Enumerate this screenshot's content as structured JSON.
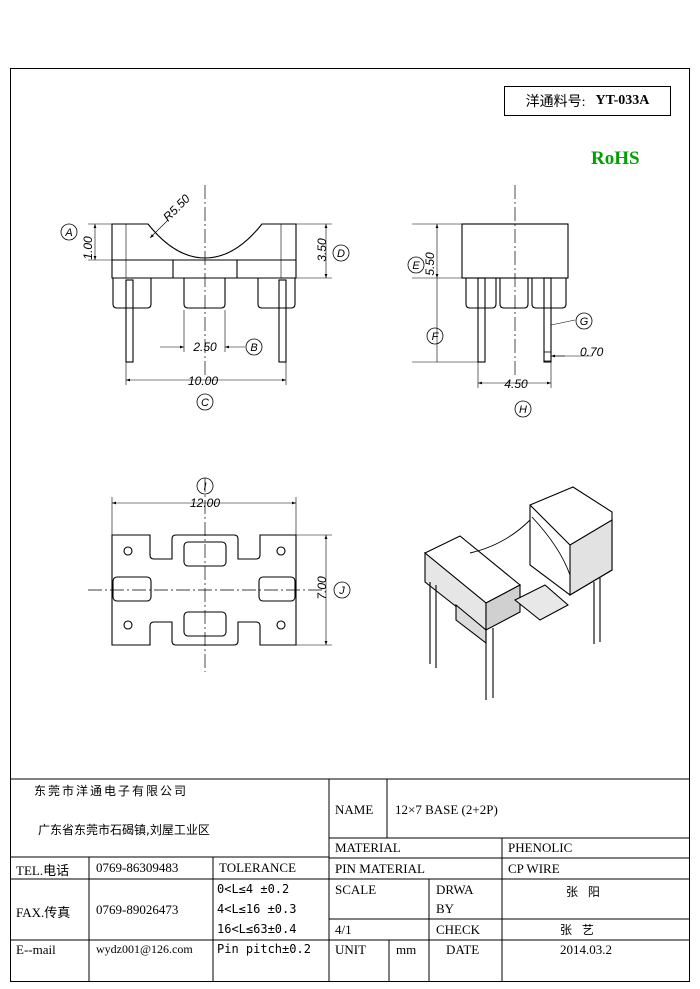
{
  "header": {
    "part_label": "洋通料号:",
    "part_number": "YT-033A",
    "rohs": "RoHS"
  },
  "dimensions": {
    "A": "A",
    "B": "B",
    "C": "C",
    "D": "D",
    "E": "E",
    "F": "F",
    "G": "G",
    "H": "H",
    "I": "I",
    "J": "J",
    "radius": "R5.50",
    "top_height": "1.00",
    "slot_depth": "3.50",
    "pin_spacing": "2.50",
    "pin_span": "10.00",
    "side_height": "5.50",
    "pin_diameter": "0.70",
    "side_pin_spacing": "4.50",
    "length": "12.00",
    "width": "7.00"
  },
  "title_block": {
    "company": "东莞市洋通电子有限公司",
    "address": "广东省东莞市石碣镇,刘屋工业区",
    "tel_label": "TEL.电话",
    "tel_value": "0769-86309483",
    "fax_label": "FAX.传真",
    "fax_value": "0769-89026473",
    "email_label": "E--mail",
    "email_value": "wydz001@126.com",
    "tolerance_label": "TOLERANCE",
    "tol_1": "0<L≤4   ±0.2",
    "tol_2": "4<L≤16  ±0.3",
    "tol_3": "16<L≤63±0.4",
    "tol_4": "Pin pitch±0.2",
    "name_label": "NAME",
    "name_value": "12×7 BASE (2+2P)",
    "material_label": "MATERIAL",
    "material_value": "PHENOLIC",
    "pin_material_label": "PIN MATERIAL",
    "pin_material_value": "CP WIRE",
    "scale_label": "SCALE",
    "scale_value": "4/1",
    "drawn_label_1": "DRWA",
    "drawn_label_2": "BY",
    "drawn_value": "张 阳",
    "check_label": "CHECK",
    "check_value": "张 艺",
    "unit_label": "UNIT",
    "unit_value": "mm",
    "date_label": "DATE",
    "date_value": "2014.03.2"
  }
}
